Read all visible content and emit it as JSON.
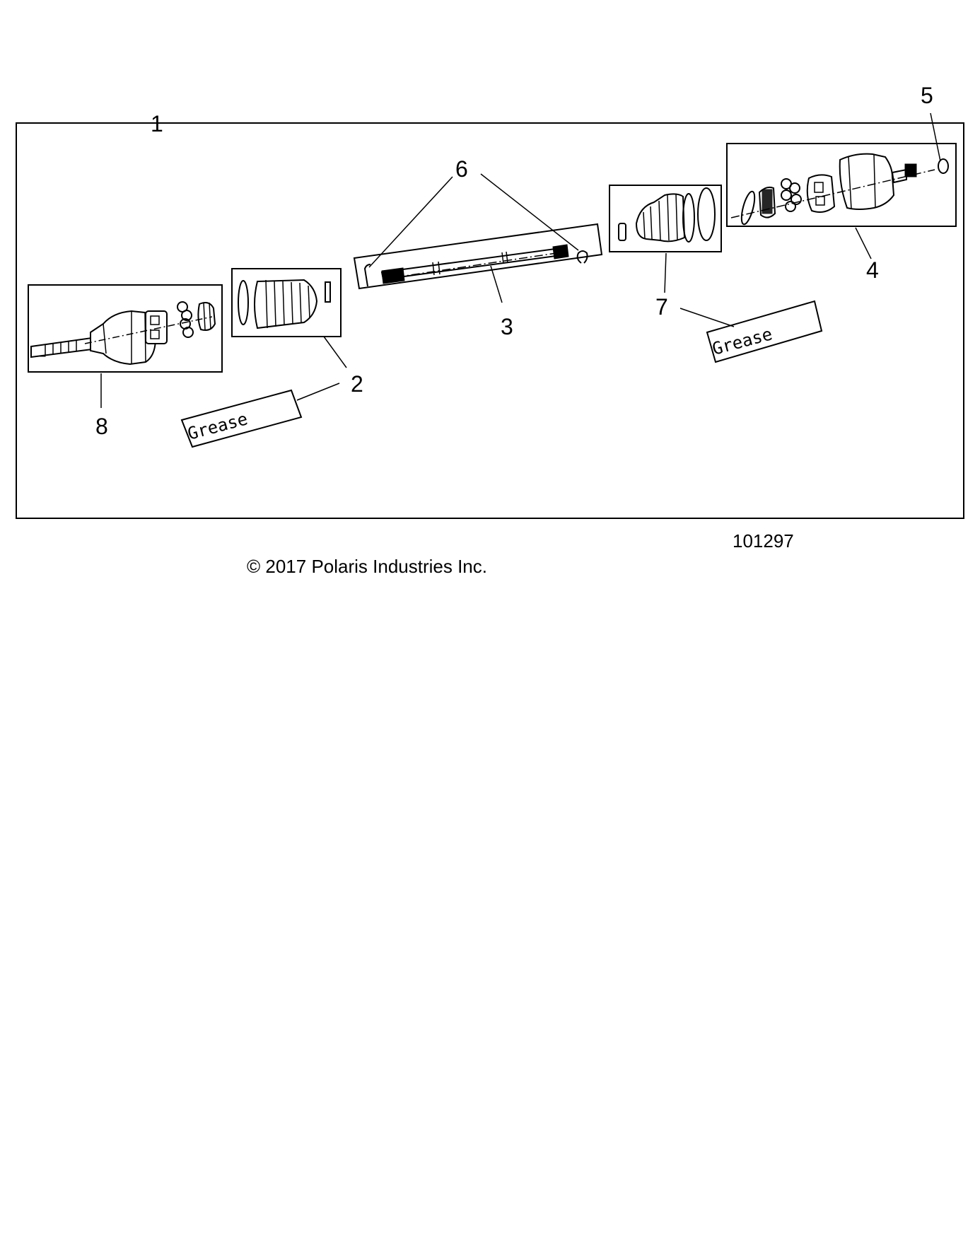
{
  "callouts": {
    "c1": "1",
    "c2": "2",
    "c3": "3",
    "c4": "4",
    "c5": "5",
    "c6": "6",
    "c7": "7",
    "c8": "8"
  },
  "grease_labels": {
    "left": "Grease",
    "right": "Grease"
  },
  "figure_number": "101297",
  "copyright": "© 2017 Polaris Industries Inc."
}
